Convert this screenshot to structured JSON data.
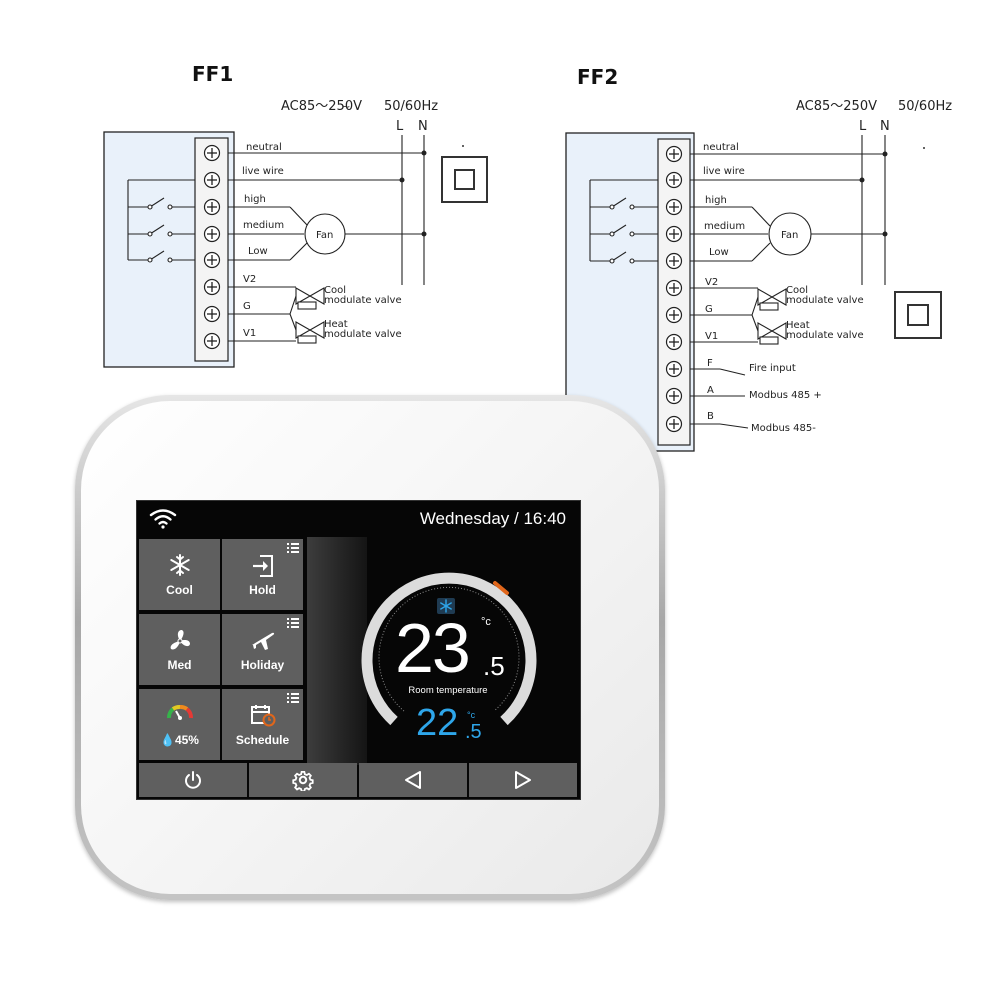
{
  "diagram_ff1": {
    "title": "FF1",
    "supply": "AC85～250V",
    "frequency": "50/60Hz",
    "line": "L",
    "neutral": "N",
    "terminals": [
      "neutral",
      "live wire",
      "high",
      "medium",
      "Low",
      "V2",
      "G",
      "V1"
    ],
    "fan": "Fan",
    "valve_cool": [
      "Cool",
      "modulate valve"
    ],
    "valve_heat": [
      "Heat",
      "modulate valve"
    ]
  },
  "diagram_ff2": {
    "title": "FF2",
    "supply": "AC85～250V",
    "frequency": "50/60Hz",
    "line": "L",
    "neutral": "N",
    "terminals": [
      "neutral",
      "live wire",
      "high",
      "medium",
      "Low",
      "V2",
      "G",
      "V1",
      "F",
      "A",
      "B"
    ],
    "fan": "Fan",
    "valve_cool": [
      "Cool",
      "modulate valve"
    ],
    "valve_heat": [
      "Heat",
      "modulate valve"
    ],
    "fire_input": "Fire input",
    "modbus_plus": "Modbus 485 +",
    "modbus_minus": "Modbus 485-"
  },
  "thermostat": {
    "status": {
      "wifi_icon": "wifi-icon",
      "datetime": "Wednesday / 16:40"
    },
    "tiles": {
      "mode": {
        "label": "Cool",
        "icon": "snowflake-icon"
      },
      "hold": {
        "label": "Hold",
        "icon": "door-exit-icon"
      },
      "fan": {
        "label": "Med",
        "icon": "fan-icon"
      },
      "holiday": {
        "label": "Holiday",
        "icon": "airplane-icon"
      },
      "humidity": {
        "label": "45%",
        "icon": "humidity-gauge-icon"
      },
      "schedule": {
        "label": "Schedule",
        "icon": "calendar-clock-icon"
      }
    },
    "display": {
      "room_temp_int": "23",
      "room_temp_dec": ".5",
      "room_temp_unit": "°c",
      "room_label": "Room temperature",
      "set_temp_int": "22",
      "set_temp_dec": ".5",
      "set_temp_unit": "°c",
      "accent_color": "#2ea6ea",
      "marker_color": "#e0661b"
    },
    "buttons": {
      "power": "power-icon",
      "settings": "gear-icon",
      "left": "triangle-left-icon",
      "right": "triangle-right-icon"
    }
  }
}
